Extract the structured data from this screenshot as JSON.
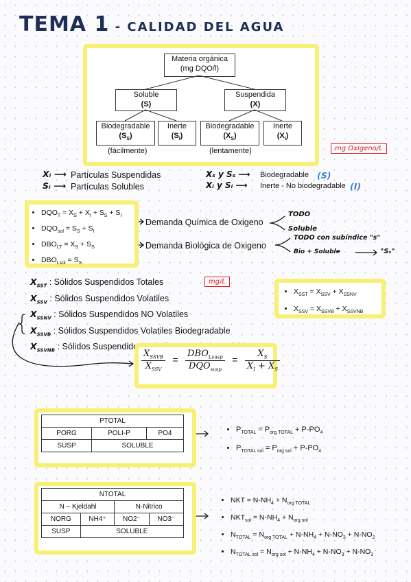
{
  "title": {
    "main": "TEMA 1",
    "dash": " - ",
    "sub": "CALIDAD DEL AGUA"
  },
  "tree": {
    "root": [
      "Materia orgánica",
      "(mg DQO/l)"
    ],
    "soluble": [
      "Soluble",
      "(S)"
    ],
    "suspendida": [
      "Suspendida",
      "(X)"
    ],
    "s_bio": [
      "Biodegradable",
      "(S",
      "S",
      ")"
    ],
    "s_inerte": [
      "Inerte",
      "(S",
      "I",
      ")"
    ],
    "x_bio": [
      "Biodegradable",
      "(X",
      "S",
      ")"
    ],
    "x_inerte": [
      "Inerte",
      "(X",
      "I",
      ")"
    ],
    "facil": "(fácilmente)",
    "lento": "(lentamente)"
  },
  "units1": "mg Oxigeno/L",
  "defs": {
    "xi": "Xᵢ ⟶",
    "xi_text": "Partículas Suspendidas",
    "si": "Sᵢ ⟶",
    "si_text": "Partículas Solubles",
    "bio_sym": "Xₛ y Sₛ ⟶",
    "bio_text": "Biodegradable",
    "bio_tag": "(S)",
    "in_sym": "Xᵢ y Sᵢ ⟶",
    "in_text": "Inerte - No biodegradable",
    "in_tag": "(I)"
  },
  "dqo": {
    "l1": "DQO",
    "l1s": "T",
    "l1r": " = X",
    "l1a": "S",
    "l1b": " + X",
    "l1c": "I",
    "l1d": " + S",
    "l1e": "S",
    "l1f": " + S",
    "l1g": "I",
    "l2": "DQO",
    "l2s": "sol",
    "l2r": " = S",
    "l2a": "S",
    "l2b": " + S",
    "l2c": "I",
    "l3": "DBO",
    "l3s": "LT",
    "l3r": " = X",
    "l3a": "S",
    "l3b": " + S",
    "l3c": "S",
    "l4": "DBO",
    "l4s": "Lsol",
    "l4r": " = S",
    "l4a": "S",
    "dqo_label": "Demanda Química de Oxigeno",
    "dbo_label": "Demanda Biológica de Oxigeno",
    "todo": "TODO",
    "soluble": "Soluble",
    "todo_sub": "TODO con subíndice \"s\"",
    "bio_sol": "Bio + Soluble",
    "ss": "\"Sₛ\""
  },
  "solids": {
    "sst_sym": "X",
    "sst_sub": "SST",
    "sst": ": Sólidos Suspendidos Totales",
    "ssv_sym": "X",
    "ssv_sub": "SSV",
    "ssv": ": Sólidos Suspendidos Volatiles",
    "ssnv_sym": "X",
    "ssnv_sub": "SSNV",
    "ssnv": ": Sólidos Suspendidos NO Volatiles",
    "ssvb_sym": "X",
    "ssvb_sub": "SSVB",
    "ssvb": ": Sólidos Suspendidos Volatiles Biodegradable",
    "ssvnb_sym": "X",
    "ssvnb_sub": "SSVNB",
    "ssvnb": ": Sólidos Suspendidos Volatiles NO Biodegradable",
    "units": "mg/L"
  },
  "xeq": {
    "e1": "X",
    "e1s": "SST",
    "e1r": " = X",
    "e1a": "SSV",
    "e1b": " + X",
    "e1c": "SSNV",
    "e2": "X",
    "e2s": "SSV",
    "e2r": " = X",
    "e2a": "SSVB",
    "e2b": " + X",
    "e2c": "SSVNB"
  },
  "ratio": {
    "n1": "X",
    "n1s": "SSVB",
    "d1": "X",
    "d1s": "SSV",
    "n2": "DBO",
    "n2s": "Lsusp",
    "d2": "DQO",
    "d2s": "susp",
    "n3": "X",
    "n3s": "S",
    "d3": "X",
    "d3s": "I",
    "d3b": " + X",
    "d3c": "S",
    "eq": "="
  },
  "ptable": {
    "top": "PTOTAL",
    "porg": "PORG",
    "polip": "POLI-P",
    "po4": "PO4",
    "susp": "SUSP",
    "soluble": "SOLUBLE"
  },
  "peq": {
    "a": "P",
    "as": "TOTAL",
    "ar": " = P",
    "ab": "org TOTAL",
    "ac": " + P-PO",
    "ad": "4",
    "b": "P",
    "bs": "TOTAL sol",
    "br": " = P",
    "bb": "org sol",
    "bc": " + P-PO",
    "bd": "4"
  },
  "ntable": {
    "top": "NTOTAL",
    "kjeldahl": "N – Kjeldahl",
    "nitrico": "N-Nitrico",
    "norg": "NORG",
    "nh4": "NH4⁺",
    "no2": "NO2⁻",
    "no3": "NO3⁻",
    "susp": "SUSP",
    "soluble": "SOLUBLE"
  },
  "neq": {
    "a": "NKT = N-NH",
    "a1": "4",
    "a2": " + N",
    "a3": "org TOTAL",
    "b": "NKT",
    "b0": "sol",
    "b1": " = N-NH",
    "b2": "4",
    "b3": " + N",
    "b4": "org sol",
    "c": "N",
    "c0": "TOTAL",
    "c1": " = N",
    "c2": "org TOTAL",
    "c3": " + N-NH",
    "c4": "4",
    "c5": " + N-NO",
    "c6": "3",
    "c7": " + N-NO",
    "c8": "2",
    "d": "N",
    "d0": "TOTAL sol",
    "d1": " = N",
    "d2": "org sol",
    "d3": " + N-NH",
    "d4": "4",
    "d5": " + N-NO",
    "d6": "3",
    "d7": " + N-NO",
    "d8": "2"
  }
}
